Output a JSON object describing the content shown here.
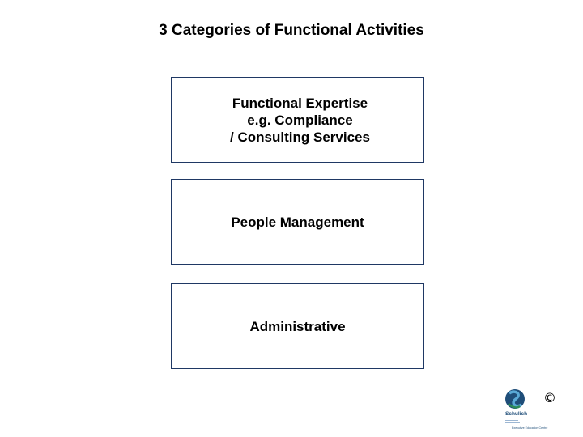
{
  "title": "3 Categories of Functional Activities",
  "boxes": [
    {
      "label": "Functional Expertise\ne.g. Compliance\n/ Consulting Services"
    },
    {
      "label": "People Management"
    },
    {
      "label": "Administrative"
    }
  ],
  "footer": {
    "logo_name": "schulich-logo",
    "logo_text": "Schulich",
    "logo_subtext": "Executive Education Centre",
    "copyright": "©"
  }
}
